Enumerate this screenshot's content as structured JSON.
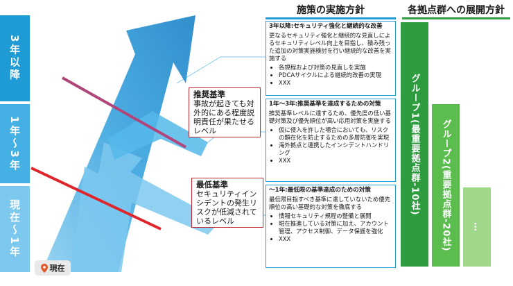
{
  "periods": [
    {
      "label": "3年以降",
      "color": "#1f9bd6"
    },
    {
      "label": "1年〜3年",
      "color": "#45b0e3"
    },
    {
      "label": "現在〜1年",
      "color": "#7cc8ee"
    }
  ],
  "headers": {
    "policy": "施策の実施方針",
    "deployment": "各拠点群への展開方針"
  },
  "panels": [
    {
      "title": "3年以降:セキュリティ強化と継続的な改善",
      "body": "更なるセキュリティ強化と継続的な見直しによるセキュリティレベル向上を目指し、積み残った追加の対策実施検討を行い継続的な改善を実施する",
      "items": [
        "各規程および対策の見直しを実施",
        "PDCAサイクルによる継続的改善の実現",
        "XXX"
      ]
    },
    {
      "title": "1年〜3年:推奨基準を達成するための対策",
      "body": "推奨基準レベルに達するため、優先度の低い基礎対策及び優先順位が高い応用対策を実施する",
      "items": [
        "仮に侵入を許した場合においても、リスクの顕在化を防止するための多層防御を実現",
        "海外拠点と連携したインシデントハンドリング",
        "XXX"
      ]
    },
    {
      "title": "〜1年:最低限の基準達成のための対策",
      "body": "最低限目指すべき基準に達していないため優先順位の高い基礎的な対策を徹底する",
      "items": [
        "情報セキュリティ規程の整備と展開",
        "現在推進している対策に加え、アカウント管理、アクセス制御、データ保護を強化",
        "XXX"
      ]
    }
  ],
  "callouts": {
    "recommended": {
      "title": "推奨基準",
      "text": "事故が起きても対外的にある程度説明責任が果たせるレベル"
    },
    "minimum": {
      "title": "最低基準",
      "text": "セキュリティインシデントの発生リスクが低減されているレベル"
    }
  },
  "groups": [
    {
      "label": "グループ1(最重要拠点群-10社)",
      "color": "#2e9b3f"
    },
    {
      "label": "グループ2(重要拠点群-20社)",
      "color": "#5cbd4f"
    },
    {
      "label": "…",
      "color": "#9fd88a"
    }
  ],
  "now_label": "現在",
  "colors": {
    "line_recommended": "#b0457a",
    "line_minimum": "#e0242b",
    "arrow_dark": "#1f86c8",
    "arrow_light": "#8fd0f0"
  }
}
